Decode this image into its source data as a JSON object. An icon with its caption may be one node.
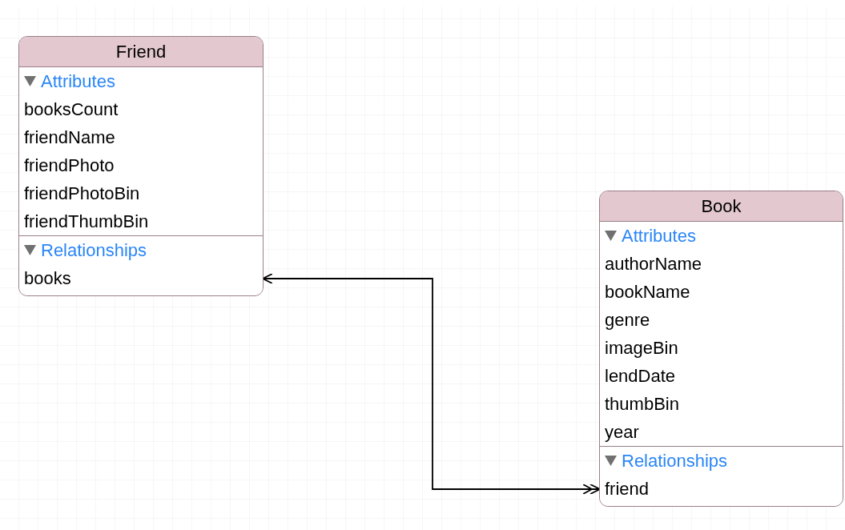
{
  "diagram": {
    "nodes": [
      {
        "text": [
          "Friend"
        ]
      },
      {
        "text": [
          "Attributes",
          "booksCount",
          "friendName",
          "friendPhoto",
          "friendPhotoBin",
          "friendThumbBin"
        ],
        "in": 0
      },
      {
        "text": [
          "Relationships",
          "books"
        ],
        "in": 0
      },
      {
        "text": [
          "Book"
        ]
      },
      {
        "text": [
          "Attributes",
          "authorName",
          "bookName",
          "genre",
          "imageBin",
          "lendDate",
          "thumbBin",
          "year"
        ],
        "in": 3
      },
      {
        "text": [
          "Relationships",
          "friend"
        ],
        "in": 3
      }
    ],
    "edges": [
      {
        "from": 2,
        "to": 5,
        "arrow": "both"
      }
    ]
  }
}
